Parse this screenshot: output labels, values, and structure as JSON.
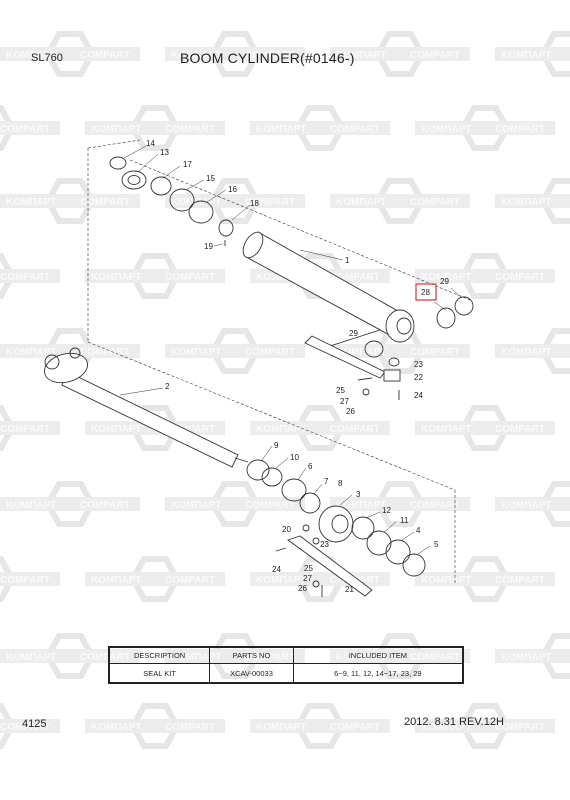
{
  "header": {
    "model": "SL760",
    "title": "BOOM CYLINDER(#0146-)"
  },
  "footer": {
    "page_number": "4125",
    "date_revision": "2012. 8.31  REV.12H"
  },
  "watermark": {
    "left_text": "KOMПАРТ",
    "right_text": "COMPART"
  },
  "callouts": [
    "1",
    "2",
    "3",
    "4",
    "5",
    "6",
    "7",
    "8",
    "9",
    "10",
    "11",
    "12",
    "13",
    "14",
    "15",
    "16",
    "17",
    "18",
    "19",
    "20",
    "21",
    "22",
    "23",
    "24",
    "25",
    "26",
    "27",
    "28",
    "29"
  ],
  "highlighted_callout": "28",
  "highlight_color": "#e0302a",
  "parts_table": {
    "headers": [
      "DESCRIPTION",
      "PARTS NO",
      "INCLUDED ITEM"
    ],
    "rows": [
      [
        "SEAL KIT",
        "XCAV-00033",
        "6~9, 11, 12, 14~17, 23, 29"
      ]
    ]
  }
}
